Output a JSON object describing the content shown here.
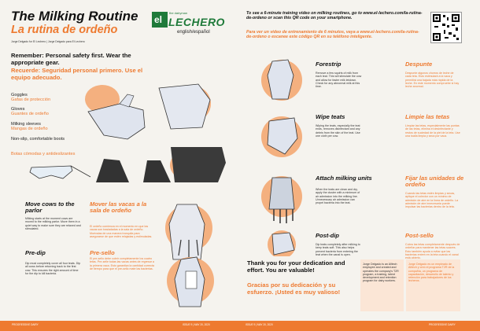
{
  "header": {
    "title_en": "The Milking Routine",
    "title_es": "La rutina de ordeño",
    "logo_top": "el",
    "logo_small": "the dairyman",
    "logo_main": "LECHERO",
    "logo_sub": "english/español",
    "byline": "Jorge Delgado for El Lechero | Jorge Delgado para El Lechero",
    "video_en": "To see a 6-minute training video on milking routines, go to www.el-lechero.com/la-rutina-de-ordeno or scan this QR code on your smartphone.",
    "video_es": "Para ver un video de entrenamiento de 6 minutos, vaya a www.el-lechero.com/la-rutina-de-ordeno o escanee este código QR en su teléfono inteligente."
  },
  "safety": {
    "en": "Remember: Personal safety first. Wear the appropriate gear.",
    "es": "Recuerde: Seguridad personal primero. Use el equipo adecuado.",
    "gear": [
      {
        "en": "Goggles",
        "es": "Gafas de protección"
      },
      {
        "en": "Gloves",
        "es": "Guantes de ordeño"
      },
      {
        "en": "Milking sleeves",
        "es": "Mangas de ordeño"
      },
      {
        "en": "Non-slip, comfortable boots",
        "es": "Botas cómodas y antideslizantes"
      }
    ]
  },
  "left_steps": {
    "move_en": "Move cows to the parlor",
    "move_es": "Mover las vacas a la sala de ordeño",
    "move_text_en": "Milking starts at the moment cows are moved to the milking parlor. Move them in a quiet way to make sure they are relaxed and stimulated.",
    "move_text_es": "El ordeño comienza en el momento en que las vacas son trasladadas a la sala de ordeño. Muévalas de una manera tranquila para asegurarse de que estén relajadas y estimuladas.",
    "predip_en": "Pre-dip",
    "predip_es": "Pre-sello",
    "predip_text_en": "Dip must completely cover all four teats. Dip all cows before returning back to the first cow. This ensures the right amount of time for the dip to kill bacteria.",
    "predip_text_es": "El pre-sello debe cubrir completamente los cuatro tetas. Pre-selle todas las vacas antes de regresar a la primera vaca. Esto garantiza la cantidad correcta de tiempo para que el pre-sello mate las bacterias."
  },
  "right_steps": [
    {
      "en": "Forestrip",
      "es": "Despunte",
      "text_en": "Remove a few squirts of milk from each teat. This will stimulate the cow and allow for faster milk letdown. Check for any abnormal milk at this time.",
      "text_es": "Despunte algunos chorros de leche de cada teta. Esto estimulará a la vaca y permitirá una bajada más rápida de la leche. En este momento compruebe si hay leche anormal."
    },
    {
      "en": "Wipe teats",
      "es": "Limpie las tetas",
      "text_en": "Wiping the teats, especially the teat ends, removes disinfectant and any debris from the skin of the teat. Use one cloth per cow.",
      "text_es": "Limpiar las tetas, especialmente las puntas de las tetas, elimina el desinfectante y restos de suciedad de la piel de la teta. Use una toalla limpia y seca por vaca."
    },
    {
      "en": "Attach milking units",
      "es": "Fijar las unidades de ordeño",
      "text_en": "When the teats are clean and dry, apply the cluster with a minimum of air admission into the milking line. Unnecessary air admission can propel bacteria into the teat.",
      "text_es": "Cuando las tetas estén limpias y secas, aplique el colector con un mínimo de admisión de aire en la línea de ordeño. La admisión de aire innecesaria puede impulsar las bacterias dentro de la teta."
    },
    {
      "en": "Post-dip",
      "es": "Post-sello",
      "text_en": "Dip teats completely after milking to keep teats soft. This also helps prevent bacteria from entering the teat when the canal is open.",
      "text_es": "Cubra las tetas completamente después de ordeñar para mantener las tetas suaves. Esto también ayuda a evitar que las bacterias entren en la teta cuando el canal está abierto."
    }
  ],
  "thanks": {
    "en": "Thank you for your dedication and effort. You are valuable!",
    "es": "Gracias por su dedicación y su esfuerzo. ¡Usted es muy valioso!"
  },
  "bio": {
    "en": "Jorge Delgado is an Alltech employee and created and operates the company's T2R program, a training, talent development and retention program for dairy workers.",
    "es": "Jorge Delgado es un empleado de Alltech y creó el programa T2R de la compañía, un programa de capacitación, desarrollo de talento y retención para trabajadores de los lecheros."
  },
  "footer": {
    "left": "PROGRESSIVE DAIRY",
    "mid_left": "ISSUE 9 | MAY 20, 2020",
    "mid_right": "ISSUE 9 | MAY 20, 2020",
    "right": "PROGRESSIVE DAIRY"
  },
  "colors": {
    "accent": "#ee7a30",
    "ink": "#111111",
    "paper": "#f5f3ee"
  }
}
